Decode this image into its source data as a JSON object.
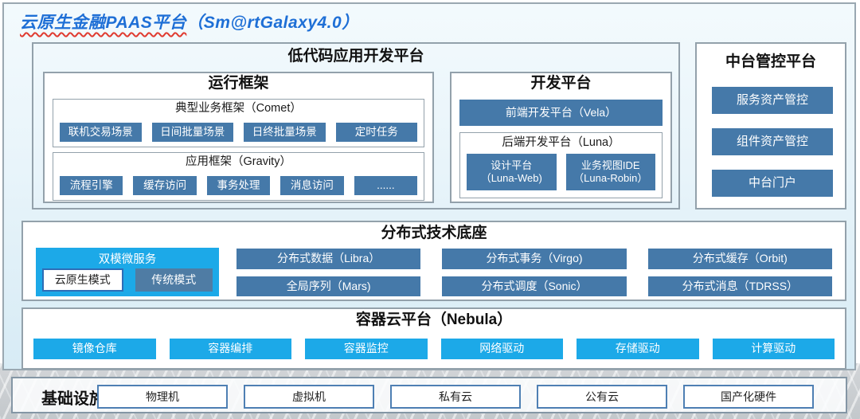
{
  "page": {
    "title_main": "云原生金融PAAS平台",
    "title_suffix": "（Sm@rtGalaxy4.0）"
  },
  "colors": {
    "steel_blue": "#4579a9",
    "cyan": "#1ca9e8",
    "title_blue": "#1e6fd6",
    "squiggle_red": "#e03b30"
  },
  "lowcode": {
    "title": "低代码应用开发平台",
    "runtime": {
      "title": "运行框架",
      "comet": {
        "title": "典型业务框架（Comet）",
        "items": [
          "联机交易场景",
          "日间批量场景",
          "日终批量场景",
          "定时任务"
        ]
      },
      "gravity": {
        "title": "应用框架（Gravity）",
        "items": [
          "流程引擎",
          "缓存访问",
          "事务处理",
          "消息访问",
          "......"
        ]
      }
    },
    "dev": {
      "title": "开发平台",
      "vela": "前端开发平台（Vela）",
      "luna": {
        "title": "后端开发平台（Luna）",
        "items": [
          {
            "line1": "设计平台",
            "line2": "（Luna-Web)"
          },
          {
            "line1": "业务视图IDE",
            "line2": "（Luna-Robin）"
          }
        ]
      }
    }
  },
  "midplatform": {
    "title": "中台管控平台",
    "items": [
      "服务资产管控",
      "组件资产管控",
      "中台门户"
    ]
  },
  "distributed": {
    "title": "分布式技术底座",
    "dualmode": {
      "title": "双模微服务",
      "modes": [
        "云原生模式",
        "传统模式"
      ]
    },
    "rows": [
      [
        "分布式数据（Libra）",
        "分布式事务（Virgo)",
        "分布式缓存（Orbit)"
      ],
      [
        "全局序列（Mars)",
        "分布式调度（Sonic）",
        "分布式消息（TDRSS）"
      ]
    ]
  },
  "container_cloud": {
    "title": "容器云平台（Nebula）",
    "items": [
      "镜像仓库",
      "容器编排",
      "容器监控",
      "网络驱动",
      "存储驱动",
      "计算驱动"
    ]
  },
  "infrastructure": {
    "title": "基础设施",
    "items": [
      "物理机",
      "虚拟机",
      "私有云",
      "公有云",
      "国产化硬件"
    ]
  }
}
